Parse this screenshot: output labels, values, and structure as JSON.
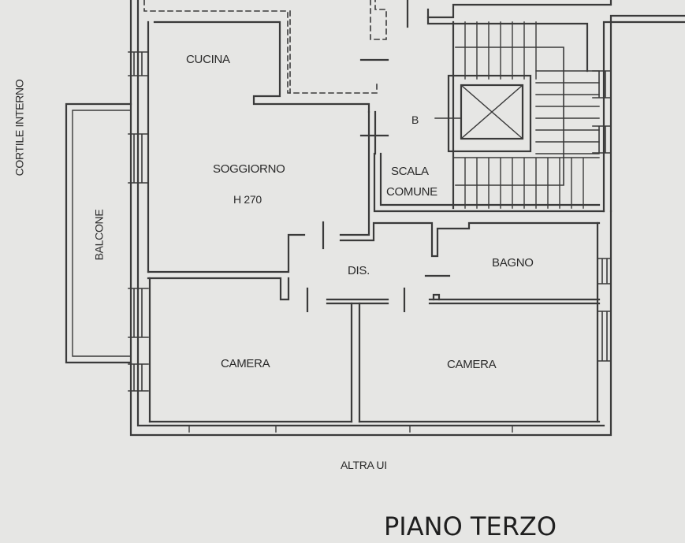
{
  "plan": {
    "title": "PIANO TERZO",
    "rooms": {
      "cucina": "CUCINA",
      "soggiorno": "SOGGIORNO",
      "height": "H 270",
      "scala_1": "SCALA",
      "scala_2": "COMUNE",
      "stair_mark": "B",
      "dis": "DIS.",
      "bagno": "BAGNO",
      "camera_left": "CAMERA",
      "camera_right": "CAMERA",
      "balcone": "BALCONE"
    },
    "surroundings": {
      "cortile": "CORTILE INTERNO",
      "altra": "ALTRA UI"
    }
  }
}
